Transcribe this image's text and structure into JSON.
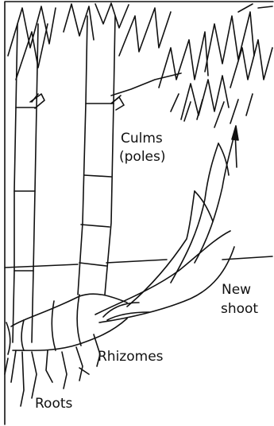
{
  "labels": {
    "culms_line1": "Culms",
    "culms_line2": "(poles)",
    "new_shoot_line1": "New",
    "new_shoot_line2": "shoot",
    "rhizomes": "Rhizomes",
    "roots": "Roots"
  }
}
